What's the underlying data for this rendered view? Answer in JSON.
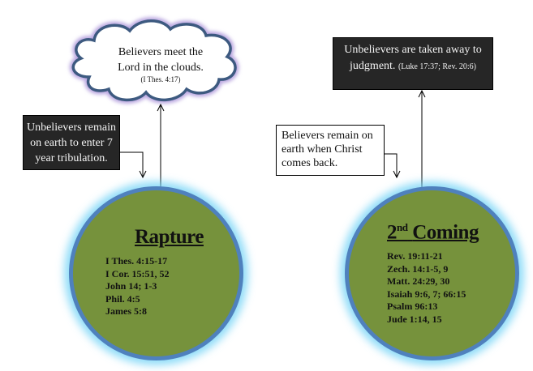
{
  "rapture": {
    "cloud": {
      "line1": "Believers meet the",
      "line2": "Lord in the clouds.",
      "ref": "(I Thes. 4:17)"
    },
    "unbelievers_box": {
      "line1": "Unbelievers remain",
      "line2": "on earth to enter 7",
      "line3": "year tribulation."
    },
    "circle": {
      "title": "Rapture",
      "refs": [
        "I Thes. 4:15-17",
        "I Cor. 15:51, 52",
        "John 14; 1-3",
        "Phil. 4:5",
        "James 5:8"
      ]
    }
  },
  "second_coming": {
    "unbelievers_box": {
      "line1": "Unbelievers are taken away to",
      "line2": "judgment.",
      "ref": "(Luke 17:37; Rev. 20:6)"
    },
    "believers_box": {
      "line1": "Believers remain on",
      "line2": "earth when Christ",
      "line3": "comes back."
    },
    "circle": {
      "title_num": "2",
      "title_sup": "nd",
      "title_word": "Coming",
      "refs": [
        "Rev. 19:11-21",
        "Zech. 14:1-5, 9",
        "Matt. 24:29, 30",
        "Isaiah 9:6, 7; 66:15",
        "Psalm 96:13",
        "Jude 1:14, 15"
      ]
    }
  },
  "colors": {
    "circle_fill": "#76923c",
    "circle_border": "#4f81bd",
    "glow": "#6ed2f5",
    "dark_box": "#262626",
    "cloud_outline": "#3d5a80"
  }
}
